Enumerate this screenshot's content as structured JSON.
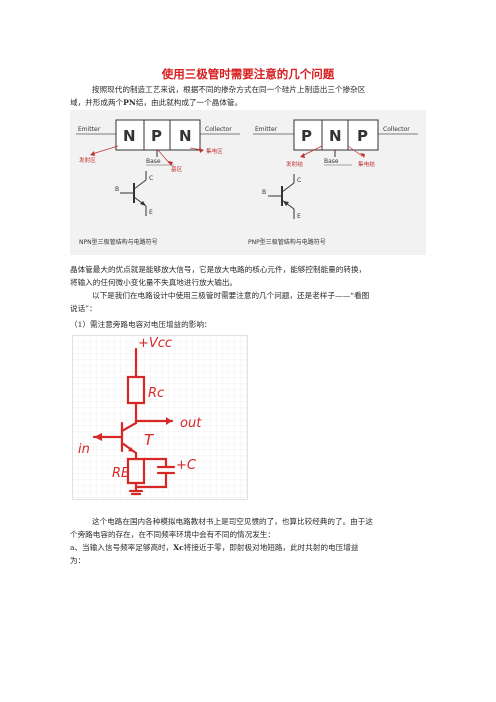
{
  "title": "使用三极管时需要注意的几个问题",
  "intro": {
    "line1": "按照现代的制造工艺来说，根据不同的掺杂方式在同一个硅片上制造出三个掺杂区",
    "line2_prefix": "域，并形成两个",
    "line2_pn": "PN",
    "line2_suffix": "结，由此就构成了一个晶体管。"
  },
  "figure1": {
    "npn": {
      "emitter": "Emitter",
      "collector": "Collector",
      "regions": [
        "N",
        "P",
        "N"
      ],
      "base": "Base",
      "emitter_region": "发射区",
      "base_region": "基区",
      "collector_region": "集电区",
      "pin_b": "B",
      "pin_c": "C",
      "pin_e": "E",
      "caption": "NPN型三极管结构与电路符号"
    },
    "pnp": {
      "emitter": "Emitter",
      "collector": "Collector",
      "regions": [
        "P",
        "N",
        "P"
      ],
      "base": "Base",
      "emitter_junction": "发射结",
      "collector_junction": "集电结",
      "pin_b": "B",
      "pin_c": "C",
      "pin_e": "E",
      "caption": "PNP型三极管结构与电路符号"
    }
  },
  "body": {
    "p2_line1": "晶体管最大的优点就是能够放大信号，它是放大电路的核心元件，能够控制能量的转换，",
    "p2_line2": "将输入的任何微小变化量不失真地进行放大输出。",
    "p3_line1": "以下是我们在电路设计中使用三极管时需要注意的几个问题，还是老样子——“看图",
    "p3_line2": "说话”：",
    "p4": "（1）需注意旁路电容对电压增益的影响："
  },
  "figure2": {
    "vcc": "+Vcc",
    "rc": "Rc",
    "out": "out",
    "transistor": "T",
    "in": "in",
    "re": "RE",
    "ce": "+C"
  },
  "body2": {
    "p5_line1": "这个电路在国内各种模拟电路教材书上是司空见惯的了，也算比较经典的了。由于这",
    "p5_line2": "个旁路电容的存在，在不同频率环境中会有不同的情况发生：",
    "p6_prefix": "a、当输入信号频率足够高时，",
    "p6_xc": "Xc",
    "p6_suffix": "将接近于零，即射极对地短路，此时共射的电压增益",
    "p6_line2": "为："
  }
}
